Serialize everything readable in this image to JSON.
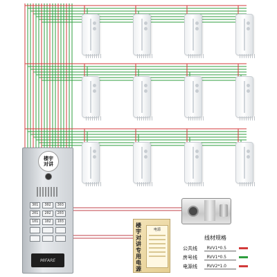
{
  "door_panel": {
    "logo_line1": "楼宇",
    "logo_line2": "对讲",
    "keys": [
      "301",
      "302",
      "303",
      "201",
      "202",
      "203",
      "101",
      "102",
      "103",
      "",
      "",
      "",
      "",
      "",
      ""
    ],
    "reader_label": "MIFARE"
  },
  "power_supply": {
    "vertical_title": "楼宇对讲专用电源",
    "label_header": "电源"
  },
  "wire_spec": {
    "title": "线材规格",
    "rows": [
      {
        "name": "公共线",
        "value": "RVV1*0.5",
        "color": "#d23a3a"
      },
      {
        "name": "房号线",
        "value": "RVV1*0.5",
        "color": "#2e9e3e"
      },
      {
        "name": "电源线",
        "value": "RVV2*1.0",
        "color": "#d23a3a"
      }
    ]
  },
  "colors": {
    "common_wire": "#d23a3a",
    "room_wire": "#2e9e3e",
    "power_wire": "#c0404a"
  },
  "handsets": {
    "rows": 3,
    "columns": 4
  }
}
